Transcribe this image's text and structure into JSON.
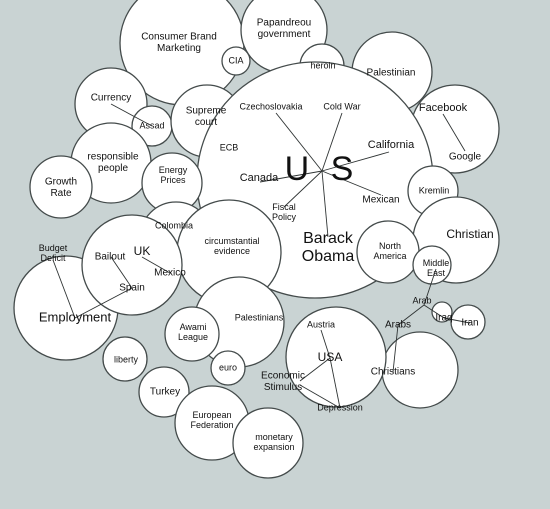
{
  "title": "",
  "colors": {
    "background": "#c9d3d3",
    "bubble_fill": "#ffffff",
    "bubble_stroke": "#444b4b",
    "text": "#111111"
  },
  "chart_data": {
    "type": "bubble-cluster",
    "labels": [
      "Consumer Brand Marketing",
      "Papandreou government",
      "CIA",
      "heroin",
      "Palestinian",
      "Currency",
      "Assad",
      "Supreme court",
      "Czechoslovakia",
      "Cold War",
      "Facebook",
      "ECB",
      "California",
      "responsible people",
      "Energy Prices",
      "U S",
      "Google",
      "Growth Rate",
      "Canada",
      "Mexican",
      "Kremlin",
      "Colombia",
      "Fiscal Policy",
      "circumstantial evidence",
      "Christian",
      "Budget Deficit",
      "Bailout",
      "UK",
      "Barack Obama",
      "North America",
      "Middle East",
      "Mexico",
      "Spain",
      "Arab",
      "Iraq",
      "Iran",
      "Employment",
      "Palestinians",
      "Austria",
      "Arabs",
      "Awami League",
      "liberty",
      "USA",
      "euro",
      "Christians",
      "Economic Stimulus",
      "Turkey",
      "Depression",
      "European Federation",
      "monetary expansion"
    ],
    "groups": [
      [
        "Consumer Brand Marketing"
      ],
      [
        "Papandreou government"
      ],
      [
        "CIA"
      ],
      [
        "heroin"
      ],
      [
        "Palestinian"
      ],
      [
        "Currency",
        "Assad"
      ],
      [
        "Supreme court"
      ],
      [
        "Facebook",
        "Google"
      ],
      [
        "ECB"
      ],
      [
        "responsible people"
      ],
      [
        "Growth Rate"
      ],
      [
        "Energy Prices"
      ],
      [
        "U S",
        "Czechoslovakia",
        "Cold War",
        "California",
        "Canada",
        "Mexican",
        "Fiscal Policy",
        "Barack Obama"
      ],
      [
        "Kremlin"
      ],
      [
        "Colombia"
      ],
      [
        "circumstantial evidence"
      ],
      [
        "North America"
      ],
      [
        "Christian"
      ],
      [
        "Middle East"
      ],
      [
        "Arab",
        "Arabs",
        "Christians"
      ],
      [
        "Iraq",
        "Iran"
      ],
      [
        "Employment",
        "Budget Deficit",
        "Spain"
      ],
      [
        "Bailout",
        "UK",
        "Mexico",
        "Spain"
      ],
      [
        "Palestinians"
      ],
      [
        "Awami League"
      ],
      [
        "Austria",
        "USA",
        "Depression",
        "Economic Stimulus"
      ],
      [
        "euro"
      ],
      [
        "liberty"
      ],
      [
        "Turkey"
      ],
      [
        "European Federation"
      ],
      [
        "monetary expansion"
      ]
    ]
  }
}
